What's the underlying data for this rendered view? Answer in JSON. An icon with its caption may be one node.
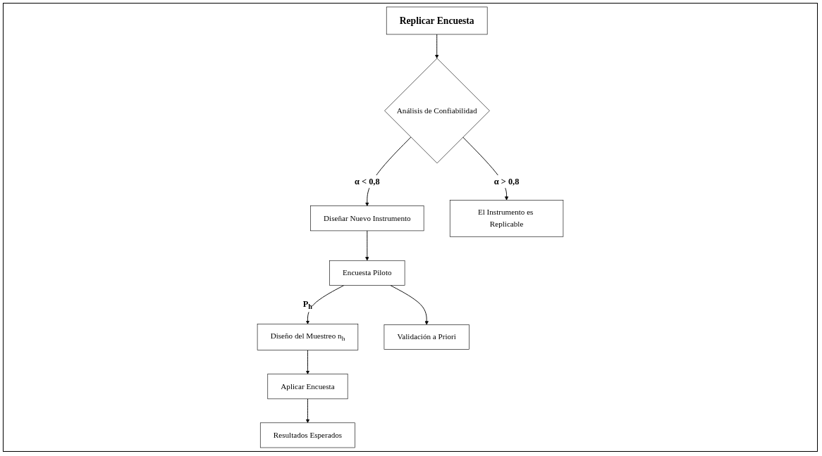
{
  "diagram": {
    "nodes": [
      {
        "text": [
          "Replicar Encuesta"
        ]
      },
      {
        "text": [
          "Análisis de Confiabilidad"
        ]
      },
      {
        "text": [
          "Diseñar Nuevo Instrumento"
        ]
      },
      {
        "text": [
          "El Instrumento es Replicable"
        ]
      },
      {
        "text": [
          "Encuesta Piloto"
        ]
      },
      {
        "text": [
          "Diseño del Muestreo n$_{h}$"
        ]
      },
      {
        "text": [
          "Validación a Priori"
        ]
      },
      {
        "text": [
          "Aplicar Encuesta"
        ]
      },
      {
        "text": [
          "Resultados Esperados"
        ]
      }
    ],
    "edges": [
      {
        "from": 0,
        "to": 1,
        "arrow": "to"
      },
      {
        "from": 1,
        "to": 2,
        "arrow": "to",
        "label": "α < 0,8"
      },
      {
        "from": 1,
        "to": 3,
        "arrow": "to",
        "label": "α > 0,8"
      },
      {
        "from": 2,
        "to": 4,
        "arrow": "to"
      },
      {
        "from": 4,
        "to": 5,
        "arrow": "to",
        "label": "P$_{h}$"
      },
      {
        "from": 4,
        "to": 6,
        "arrow": "to"
      },
      {
        "from": 5,
        "to": 7,
        "arrow": "to"
      },
      {
        "from": 7,
        "to": 8,
        "arrow": "to"
      }
    ]
  }
}
